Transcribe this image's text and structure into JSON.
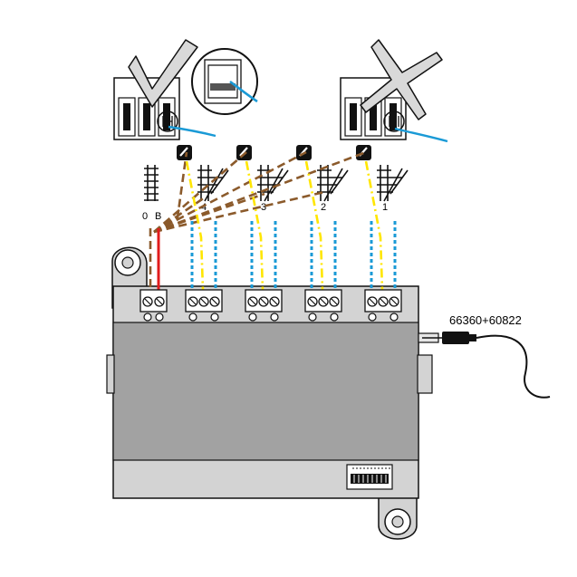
{
  "labels": {
    "ground": "0",
    "bus": "B",
    "output_4": "4",
    "output_3": "3",
    "output_2": "2",
    "output_1": "1",
    "accessory_code": "66360+60822"
  },
  "status": {
    "correct_mark": "check-mark",
    "incorrect_mark": "cross-mark"
  },
  "colors": {
    "housing_body": "#a2a2a2",
    "housing_light": "#d3d3d3",
    "track_wire": "#e11c1c",
    "ground_wire": "#8b5a2b",
    "signal_wire": "#ffe600",
    "coil_wire": "#1a9ad6",
    "outline": "#111111"
  }
}
